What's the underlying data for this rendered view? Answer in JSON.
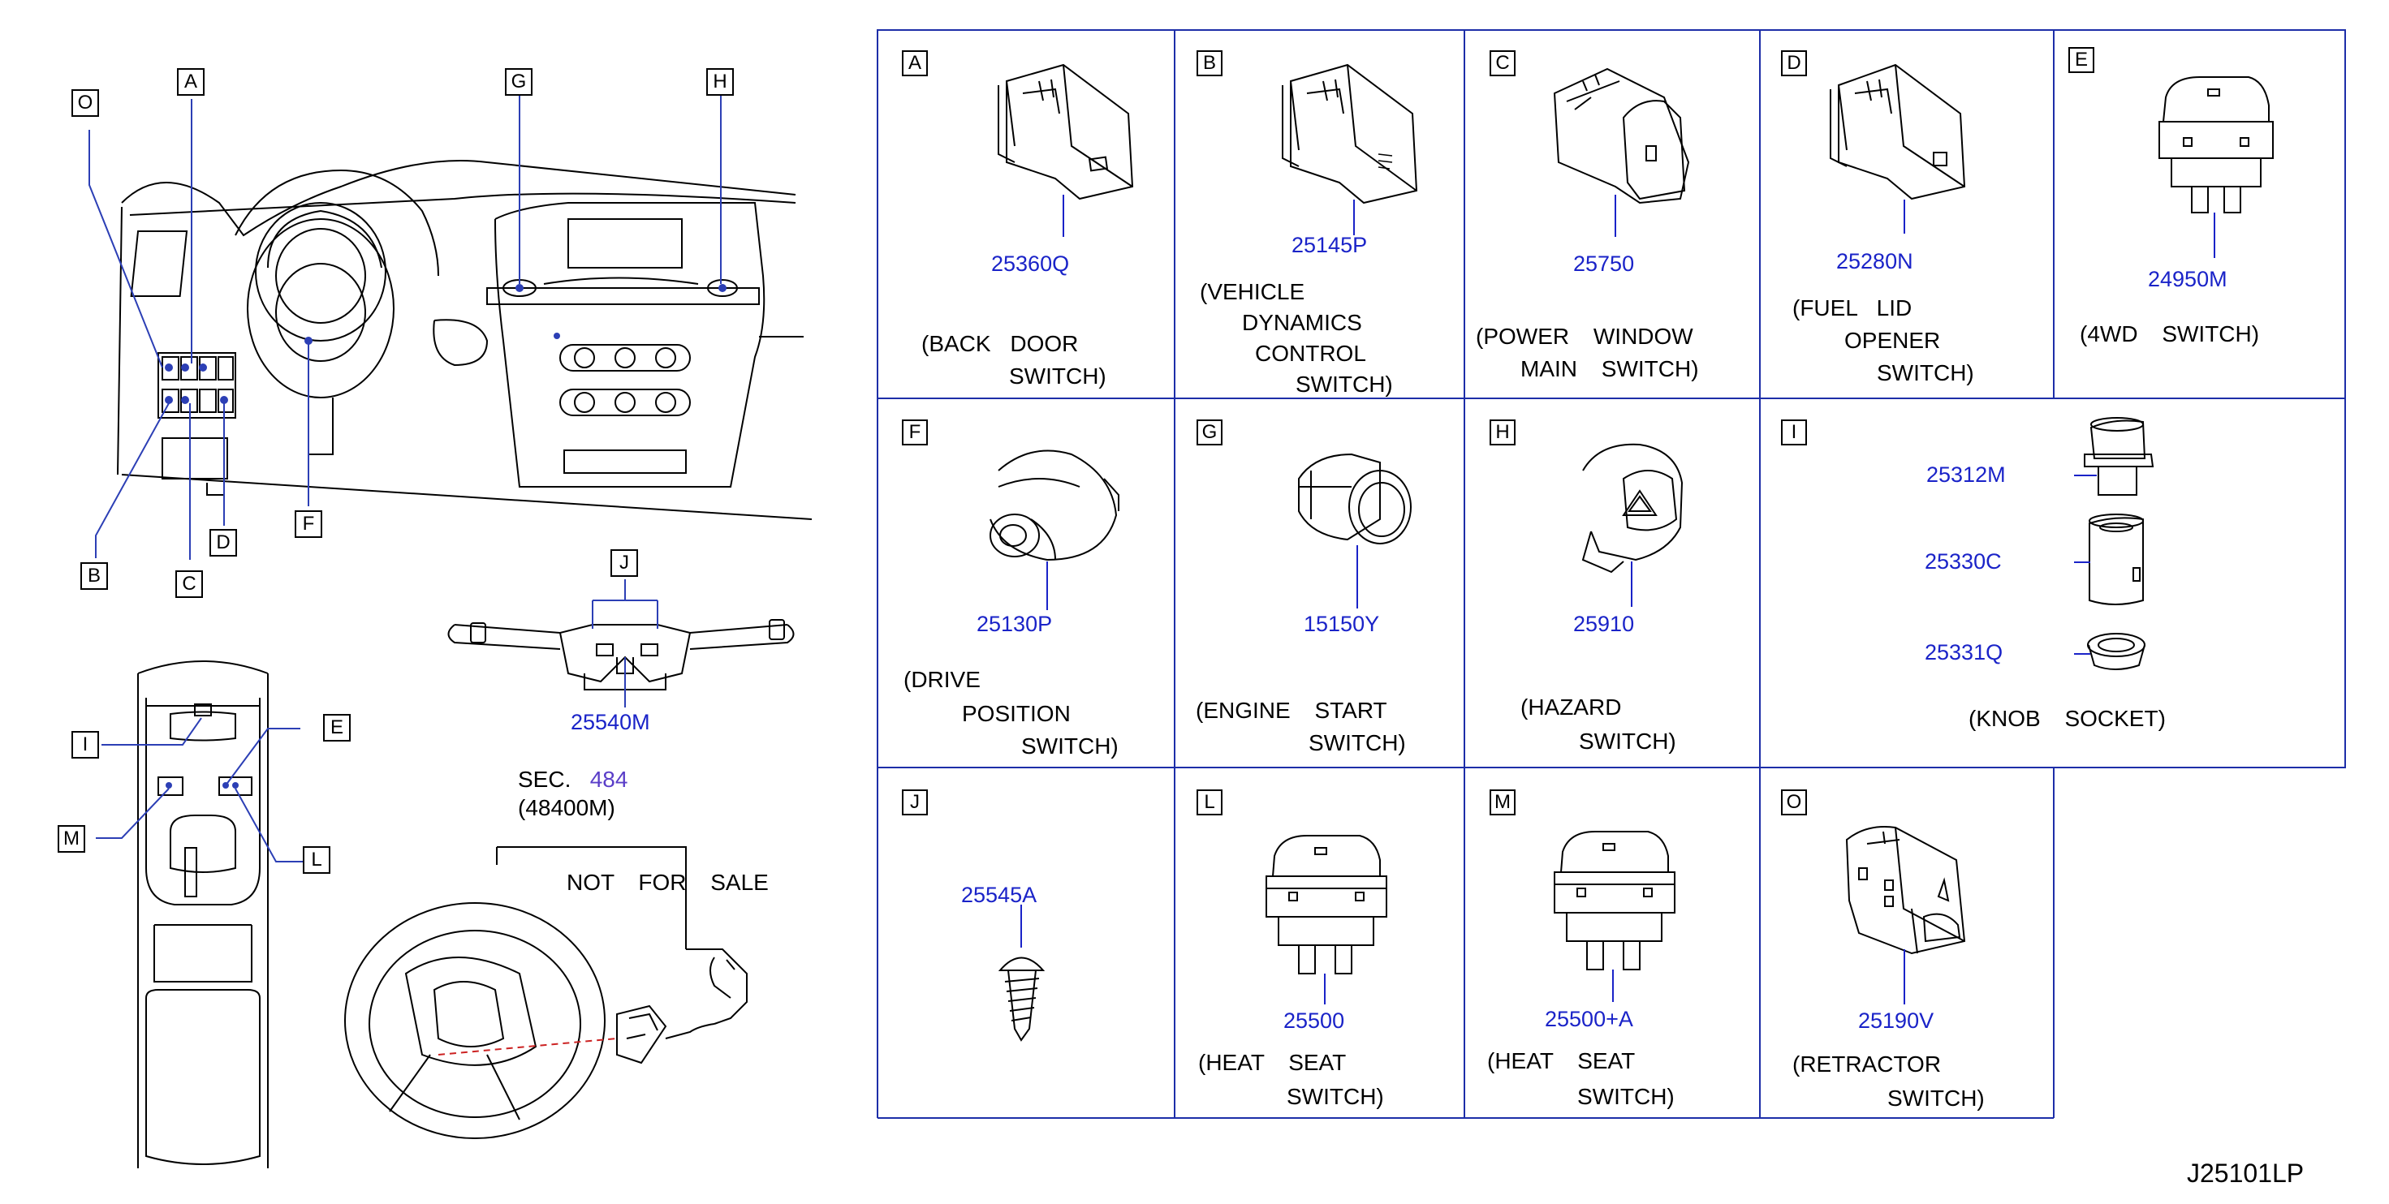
{
  "drawing_code": "J25101LP",
  "overview_callouts": [
    "O",
    "A",
    "G",
    "H",
    "B",
    "C",
    "D",
    "F",
    "J",
    "I",
    "E",
    "M",
    "L"
  ],
  "overview_parts": {
    "combination_switch": "25540M"
  },
  "steering_note": {
    "sec_prefix": "SEC.",
    "sec_number": "484",
    "sec_part": "(48400M)",
    "not_for_sale": "NOT FOR SALE"
  },
  "cells": [
    {
      "letter": "A",
      "parts": [
        "25360Q"
      ],
      "desc": [
        "(BACK DOOR",
        "SWITCH)"
      ]
    },
    {
      "letter": "B",
      "parts": [
        "25145P"
      ],
      "desc": [
        "(VEHICLE",
        "DYNAMICS",
        "CONTROL",
        "SWITCH)"
      ]
    },
    {
      "letter": "C",
      "parts": [
        "25750"
      ],
      "desc": [
        "(POWER WINDOW",
        "MAIN SWITCH)"
      ]
    },
    {
      "letter": "D",
      "parts": [
        "25280N"
      ],
      "desc": [
        "(FUEL LID",
        "OPENER",
        "SWITCH)"
      ]
    },
    {
      "letter": "E",
      "parts": [
        "24950M"
      ],
      "desc": [
        "(4WD SWITCH)"
      ]
    },
    {
      "letter": "F",
      "parts": [
        "25130P"
      ],
      "desc": [
        "(DRIVE",
        "POSITION",
        "SWITCH)"
      ]
    },
    {
      "letter": "G",
      "parts": [
        "15150Y"
      ],
      "desc": [
        "(ENGINE START",
        "SWITCH)"
      ]
    },
    {
      "letter": "H",
      "parts": [
        "25910"
      ],
      "desc": [
        "(HAZARD",
        "SWITCH)"
      ]
    },
    {
      "letter": "I",
      "parts": [
        "25312M",
        "25330C",
        "25331Q"
      ],
      "desc": [
        "(KNOB SOCKET)"
      ]
    },
    {
      "letter": "J",
      "parts": [
        "25545A"
      ],
      "desc": []
    },
    {
      "letter": "L",
      "parts": [
        "25500"
      ],
      "desc": [
        "(HEAT SEAT",
        "SWITCH)"
      ]
    },
    {
      "letter": "M",
      "parts": [
        "25500+A"
      ],
      "desc": [
        "(HEAT SEAT",
        "SWITCH)"
      ]
    },
    {
      "letter": "O",
      "parts": [
        "25190V"
      ],
      "desc": [
        "(RETRACTOR",
        "SWITCH)"
      ]
    }
  ]
}
